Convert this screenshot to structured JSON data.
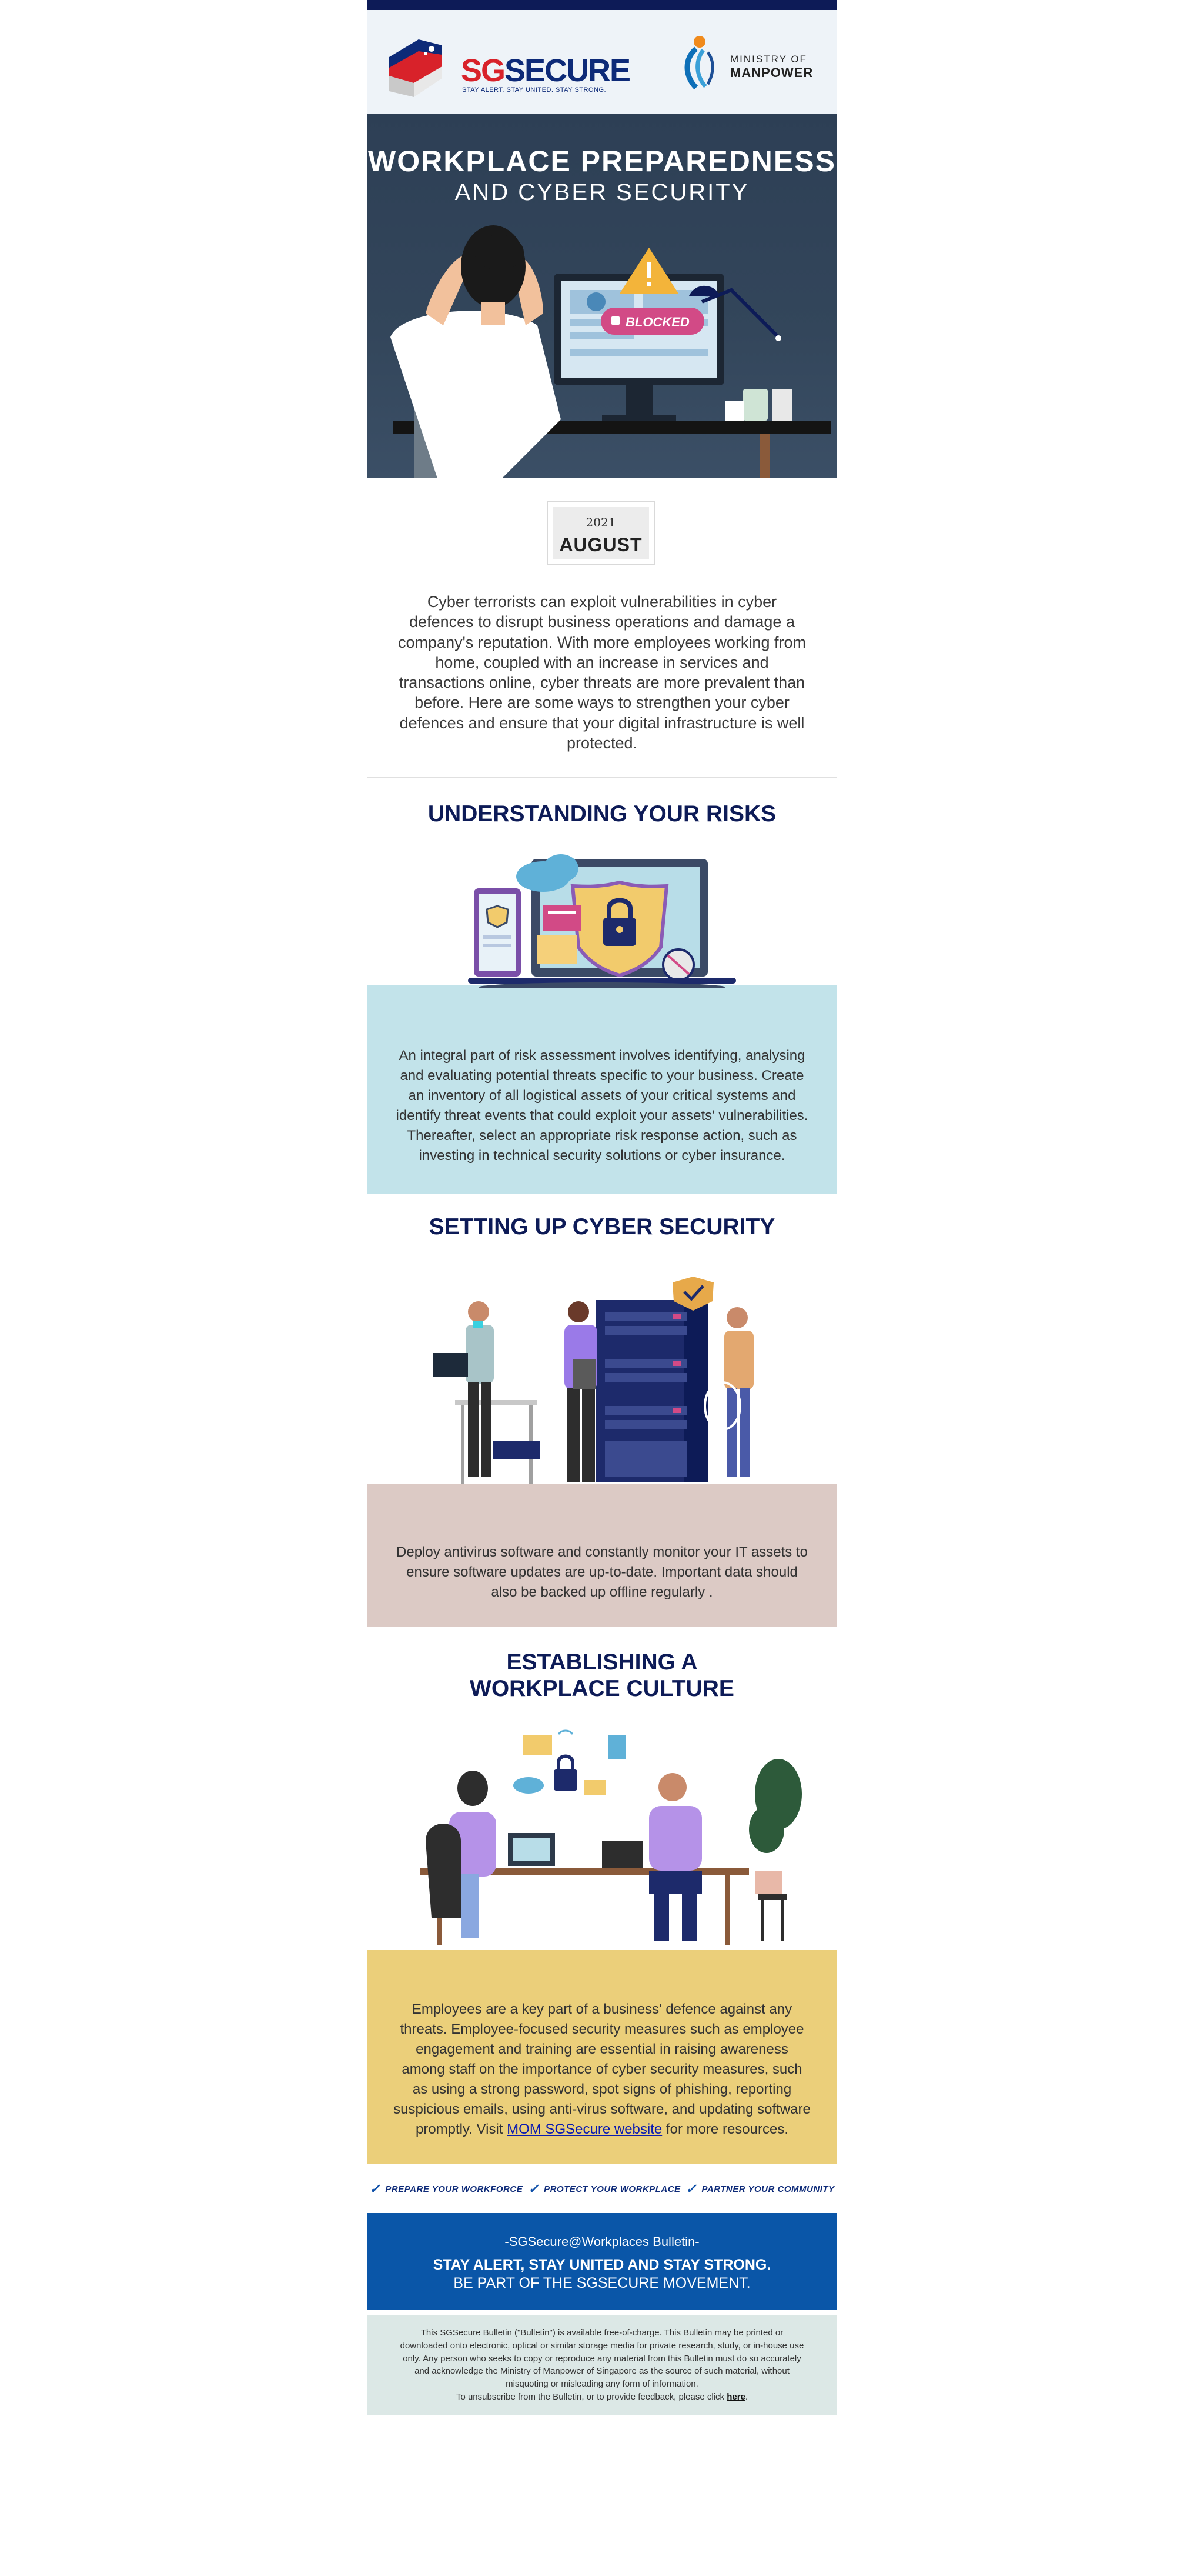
{
  "header": {
    "sgsecure": {
      "brand_prefix": "SG",
      "brand_suffix": "SECURE",
      "tagline": "STAY ALERT. STAY UNITED. STAY STRONG."
    },
    "mom": {
      "line1": "MINISTRY OF",
      "line2": "MANPOWER"
    }
  },
  "hero": {
    "title_line1": "WORKPLACE PREPAREDNESS",
    "title_line2": "AND CYBER SECURITY",
    "blocked_label": "BLOCKED"
  },
  "date": {
    "year": "2021",
    "month": "AUGUST"
  },
  "intro": "Cyber terrorists can exploit vulnerabilities in cyber defences to disrupt business operations and damage a company's reputation. With more employees working from home, coupled with an increase in services and transactions online, cyber threats are more prevalent than before. Here are some ways to strengthen your cyber defences and ensure that your digital infrastructure is well protected.",
  "sections": [
    {
      "title": "UNDERSTANDING YOUR RISKS",
      "body": "An integral part of risk assessment involves identifying, analysing and evaluating potential threats specific to your business. Create an inventory of all logistical assets of your critical systems and identify threat events that could exploit your assets' vulnerabilities. Thereafter, select an appropriate risk response action, such as investing in technical security solutions or cyber insurance."
    },
    {
      "title": "SETTING UP CYBER SECURITY",
      "body": "Deploy antivirus software and constantly monitor your IT assets to ensure software updates are up-to-date. Important data should also be backed up offline regularly ."
    },
    {
      "title_line1": "ESTABLISHING A",
      "title_line2": "WORKPLACE CULTURE",
      "body": "Employees are a key part of a business' defence against any threats. Employee-focused security measures such as employee engagement and training are essential in raising awareness among staff on the importance of cyber security measures, such as using a strong password, spot signs of phishing, reporting suspicious emails, using anti-virus software, and updating software promptly. Visit",
      "link_text": "MOM SGSecure website",
      "body_end": "for more resources."
    }
  ],
  "pillars": [
    "PREPARE YOUR WORKFORCE",
    "PROTECT YOUR WORKPLACE",
    "PARTNER YOUR COMMUNITY"
  ],
  "bulletin": {
    "name": "-SGSecure@Workplaces Bulletin-",
    "slogan": "STAY ALERT, STAY UNITED AND STAY STRONG.",
    "movement": "BE PART OF THE SGSECURE MOVEMENT."
  },
  "footer": {
    "disclaimer": "This SGSecure Bulletin (\"Bulletin\") is available free-of-charge. This Bulletin may be printed or downloaded onto electronic, optical or similar storage media for private research, study, or in-house use only. Any person who seeks to copy or reproduce any material from this Bulletin must do so accurately and acknowledge the Ministry of Manpower of Singapore as the source of such material, without misquoting or misleading any form of information.",
    "unsubscribe_prefix": "To unsubscribe from the Bulletin, or to provide feedback, please click",
    "unsubscribe_link": "here",
    "unsubscribe_suffix": "."
  },
  "colors": {
    "navy": "#0d1b57",
    "risk_panel": "#c2e3ea",
    "security_panel": "#dccac5",
    "culture_panel": "#ebcf7a",
    "bulletin_blue": "#0a56a8",
    "footer_bg": "#dce8e6"
  }
}
